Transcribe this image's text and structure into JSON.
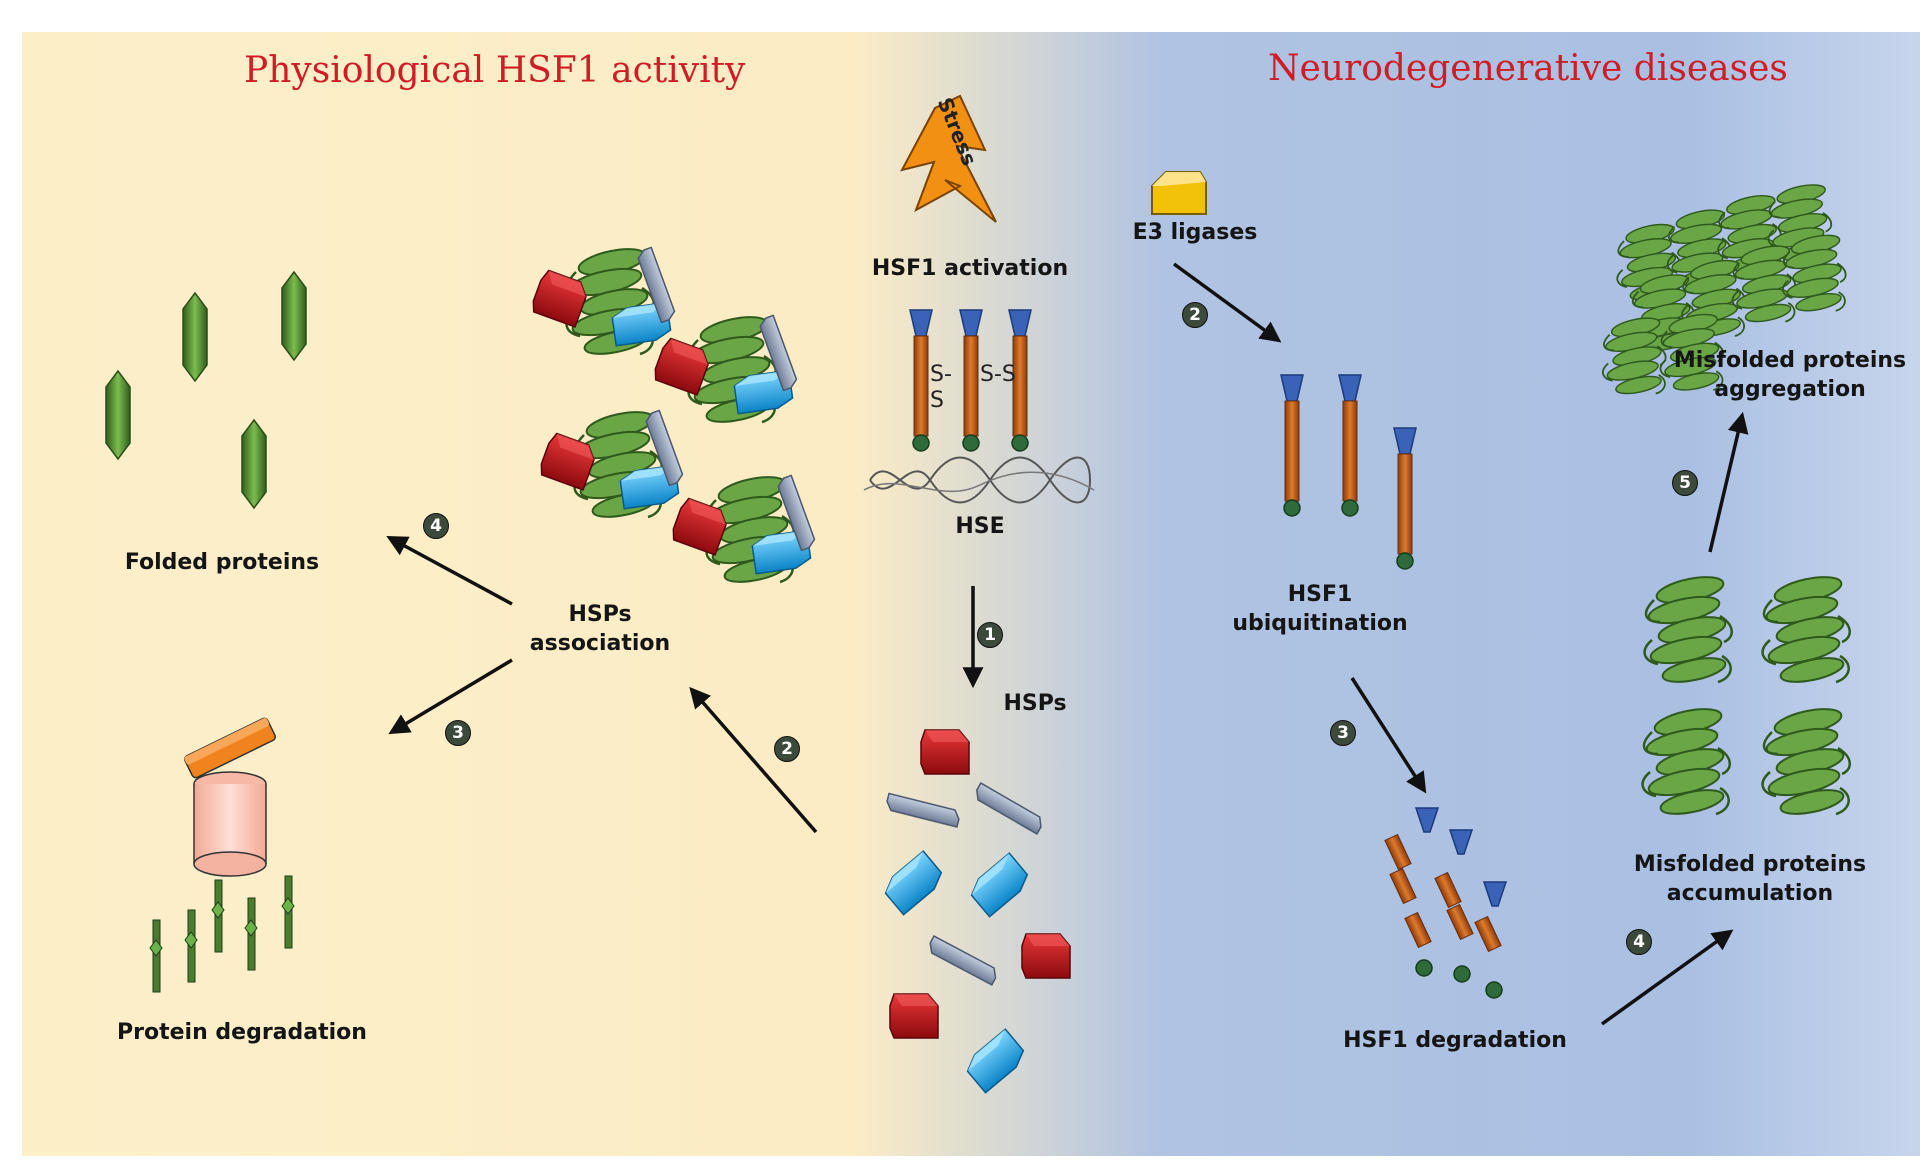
{
  "titles": {
    "left": "Physiological HSF1 activity",
    "right": "Neurodegenerative diseases"
  },
  "labels": {
    "stress": "Stress",
    "hsf1_activation": "HSF1 activation",
    "hse": "HSE",
    "disulfide_1": "S-\nS",
    "disulfide_2": "S-S",
    "hsps": "HSPs",
    "hsps_association": "HSPs\nassociation",
    "folded_proteins": "Folded proteins",
    "protein_degradation": "Protein degradation",
    "e3_ligases": "E3 ligases",
    "hsf1_ubiquitination": "HSF1\nubiquitination",
    "hsf1_degradation": "HSF1 degradation",
    "misfolded_accumulation": "Misfolded proteins\naccumulation",
    "misfolded_aggregation": "Misfolded proteins\naggregation"
  },
  "steps": {
    "left_1": "1",
    "left_2": "2",
    "left_3": "3",
    "left_4": "4",
    "right_2": "2",
    "right_3": "3",
    "right_4": "4",
    "right_5": "5"
  },
  "colors": {
    "left_bg": "#fcefc8",
    "right_bg": "#a9bfe3",
    "title_red": "#d01c24",
    "protein_green": "#5f9a3c",
    "hsp_red": "#c8141a",
    "hsp_blue": "#1aa9e8",
    "hsp_gray": "#8c9ab3",
    "hsf1_orange": "#c8641e",
    "hsf1_blue": "#3a63b8",
    "e3_yellow": "#f2c20a",
    "proteasome_pink": "#f8c6b4",
    "proteasome_lid": "#f0831e"
  }
}
